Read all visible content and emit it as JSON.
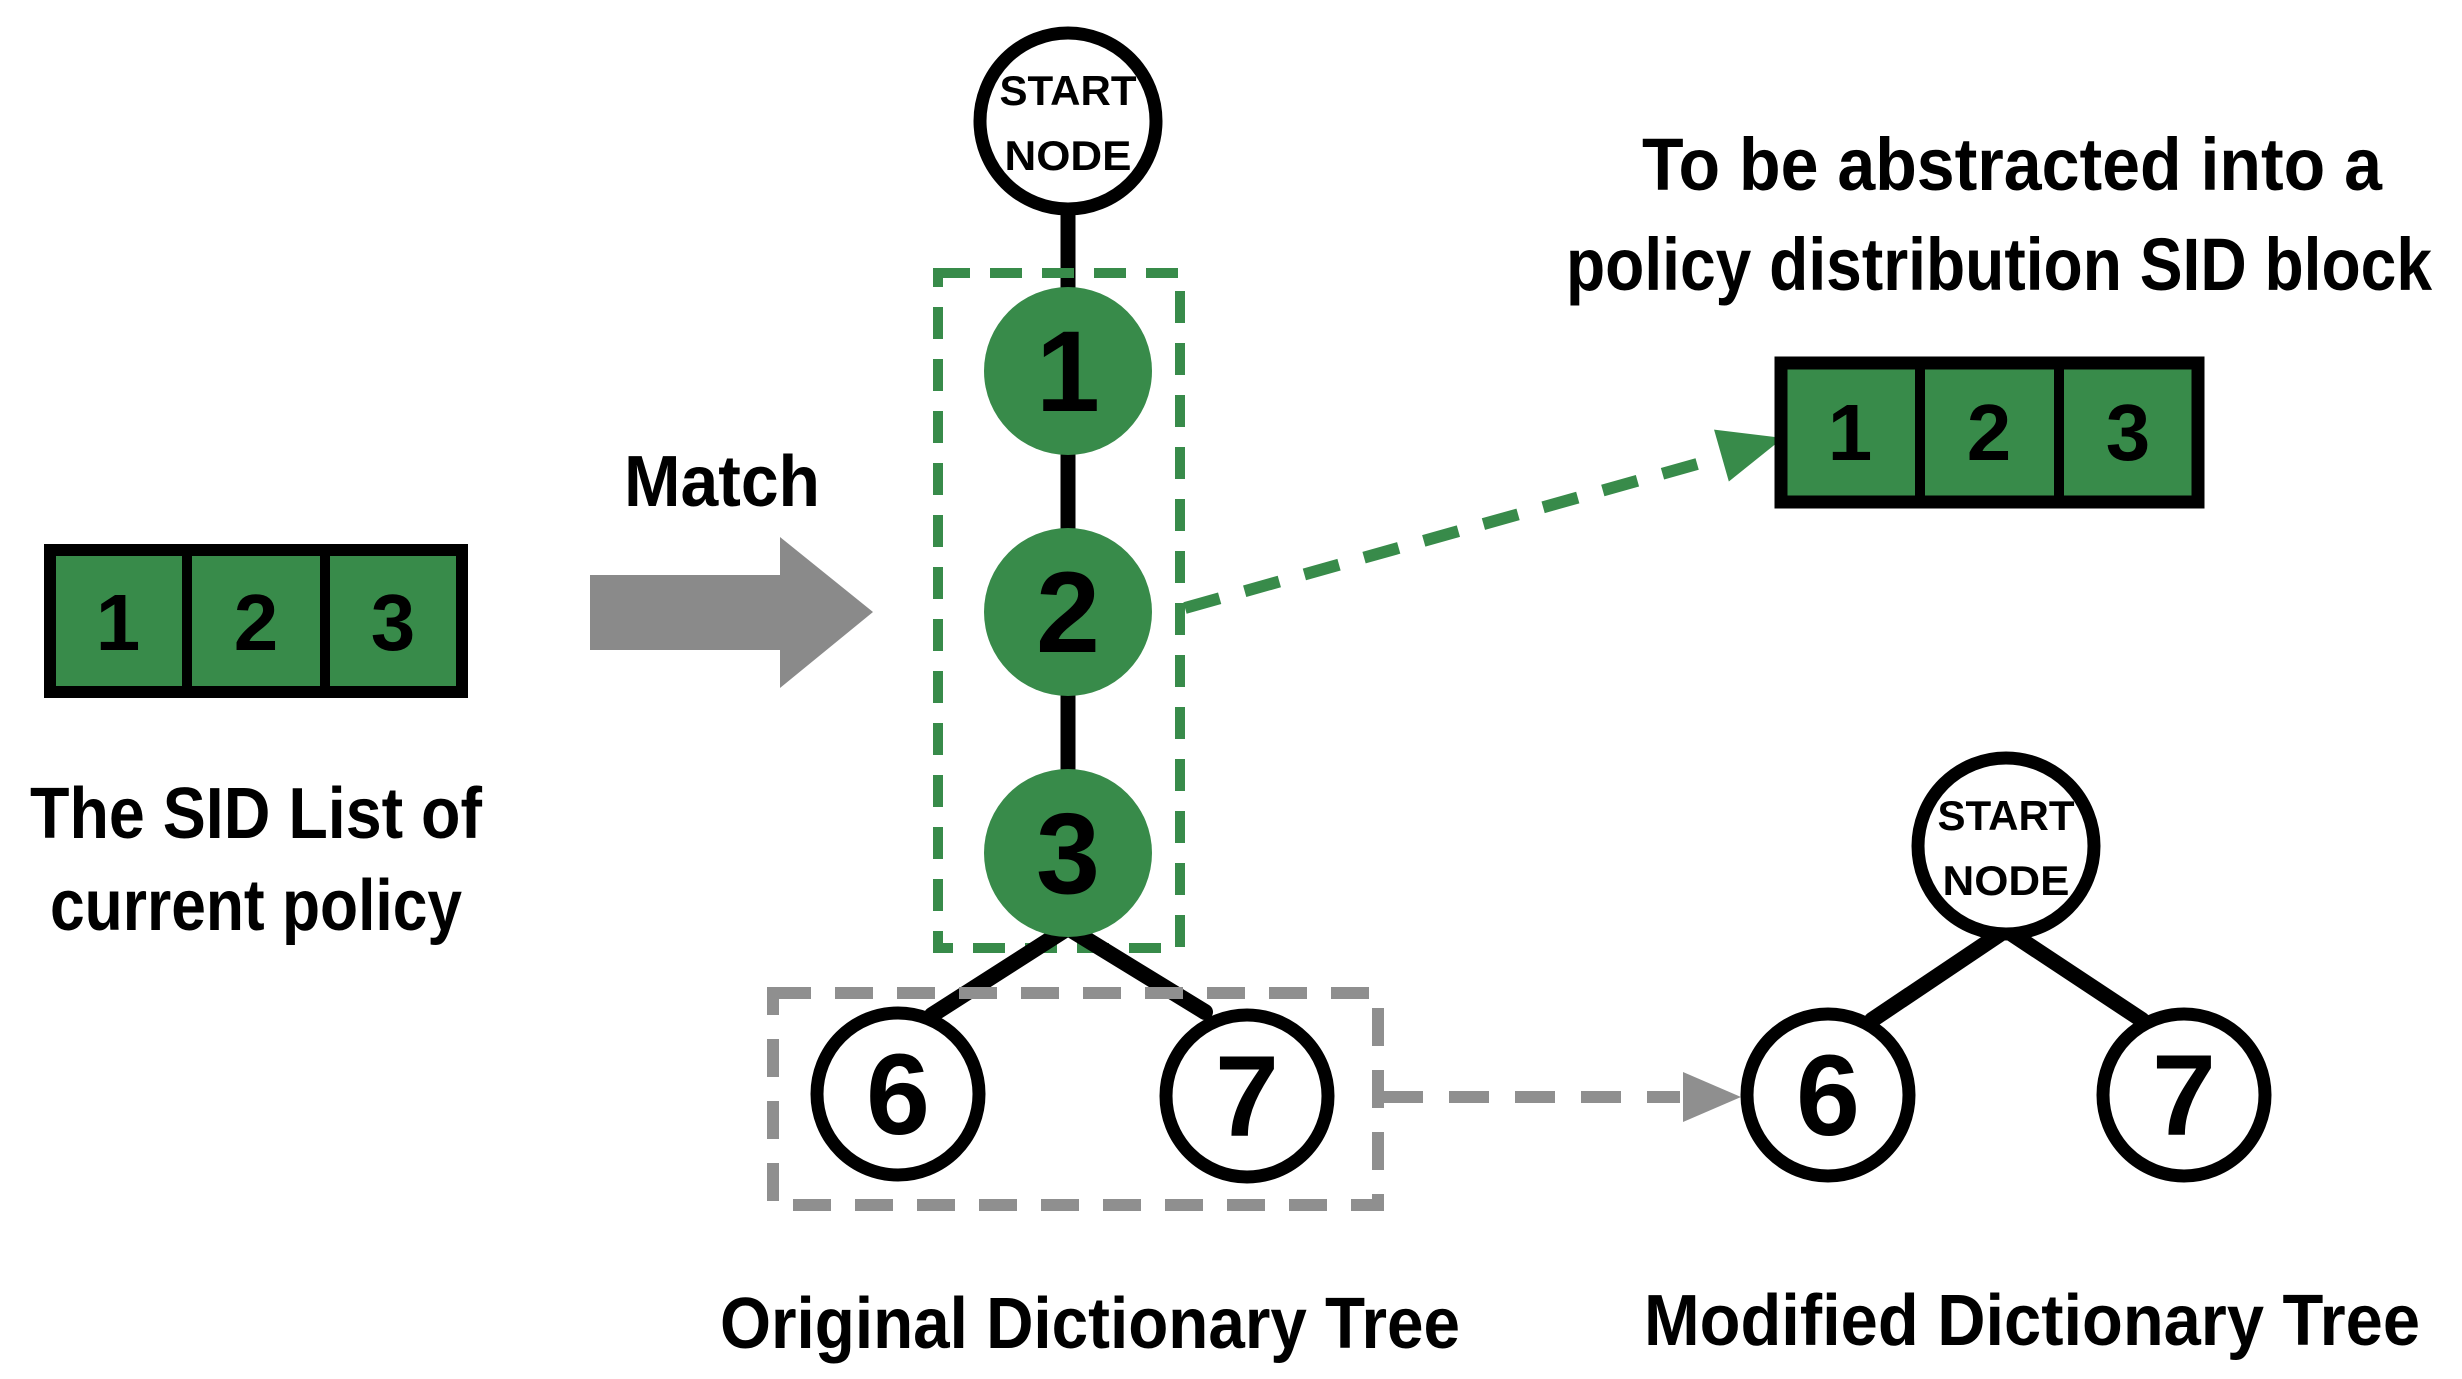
{
  "colors": {
    "green": "#388b4a",
    "black": "#000000",
    "white": "#ffffff",
    "arrow_gray": "#8a8a8a",
    "dash_gray": "#8f8f8f"
  },
  "sid_list": {
    "cells": [
      "1",
      "2",
      "3"
    ],
    "caption_line1": "The SID List  of",
    "caption_line2": "current policy"
  },
  "match": {
    "label": "Match"
  },
  "dictionary_tree": {
    "start_node": {
      "line1": "START",
      "line2": "NODE"
    },
    "matched_nodes": [
      "1",
      "2",
      "3"
    ],
    "leaf_nodes": [
      "6",
      "7"
    ],
    "caption": "Original Dictionary Tree"
  },
  "sid_block": {
    "heading_line1": "To be abstracted into a",
    "heading_line2": "policy distribution SID block",
    "cells": [
      "1",
      "2",
      "3"
    ]
  },
  "modified_tree": {
    "start_node": {
      "line1": "START",
      "line2": "NODE"
    },
    "leaf_nodes": [
      "6",
      "7"
    ],
    "caption": "Modified Dictionary Tree"
  }
}
